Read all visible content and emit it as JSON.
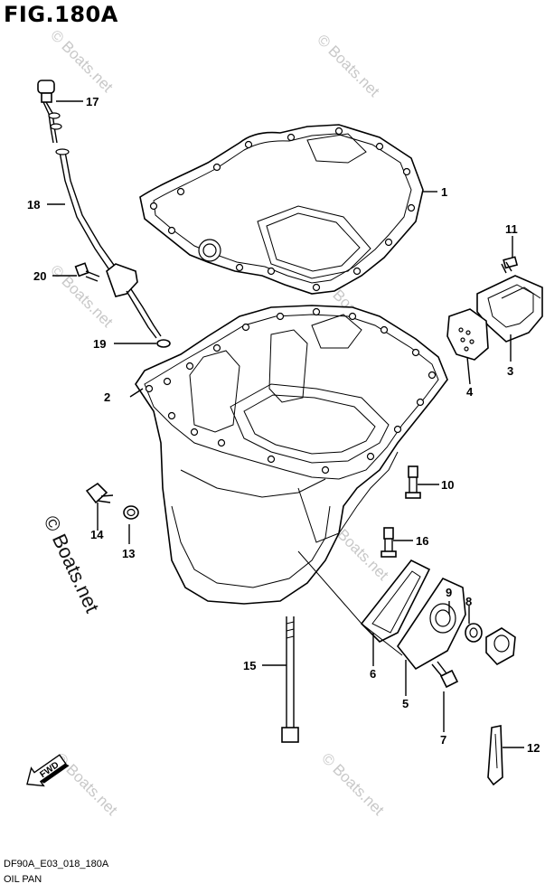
{
  "figure": {
    "title": "FIG.180A",
    "code": "DF90A_E03_018_180A",
    "name": "OIL PAN"
  },
  "watermark": {
    "text": "© Boats.net"
  },
  "direction_arrow": {
    "label": "FWD"
  },
  "callouts": [
    {
      "number": "1"
    },
    {
      "number": "2"
    },
    {
      "number": "3"
    },
    {
      "number": "4"
    },
    {
      "number": "5"
    },
    {
      "number": "6"
    },
    {
      "number": "7"
    },
    {
      "number": "8"
    },
    {
      "number": "9"
    },
    {
      "number": "10"
    },
    {
      "number": "11"
    },
    {
      "number": "12"
    },
    {
      "number": "13"
    },
    {
      "number": "14"
    },
    {
      "number": "15"
    },
    {
      "number": "16"
    },
    {
      "number": "17"
    },
    {
      "number": "18"
    },
    {
      "number": "19"
    },
    {
      "number": "20"
    }
  ]
}
